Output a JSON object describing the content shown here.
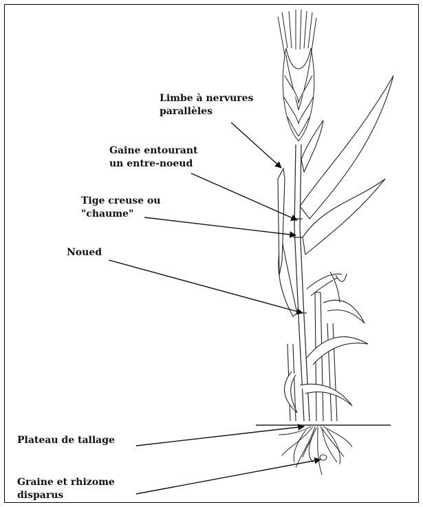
{
  "labels": {
    "limbe": [
      "Limbe à nervures",
      "parallèles"
    ],
    "gaine": [
      "Gaine entourant",
      "un entre-noeud"
    ],
    "tige": [
      "Tige creuse ou",
      "\"chaume\""
    ],
    "noeud": [
      "Noued"
    ],
    "plateau": [
      "Plateau de tallage"
    ],
    "graine": [
      "Graine et rhizome",
      "disparus"
    ]
  },
  "colors": {
    "ink": "#111111",
    "paper": "#ffffff"
  }
}
